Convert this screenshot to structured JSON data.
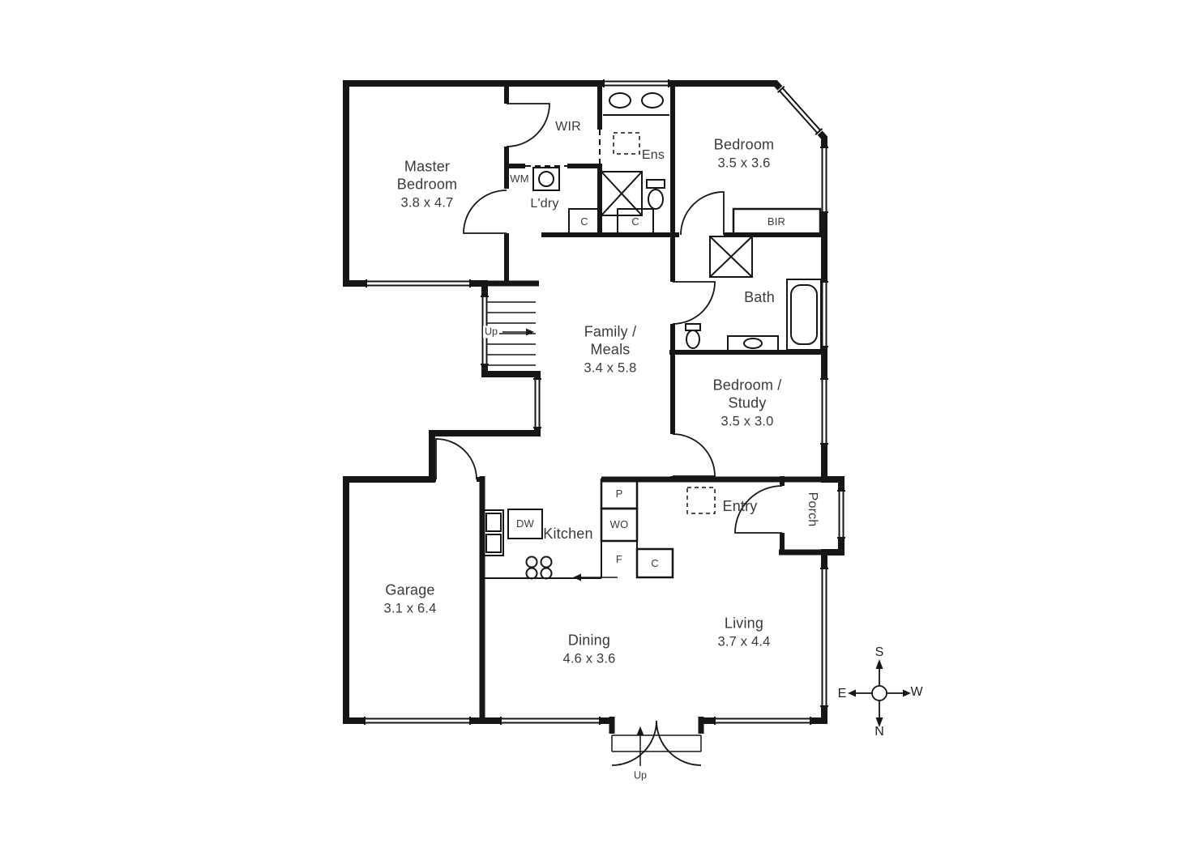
{
  "plan_labels": {
    "master": {
      "name": "Master\nBedroom",
      "dims": "3.8 x 4.7"
    },
    "bedroom1": {
      "name": "Bedroom",
      "dims": "3.5 x 3.6"
    },
    "family": {
      "name": "Family /\nMeals",
      "dims": "3.4 x 5.8"
    },
    "study": {
      "name": "Bedroom /\nStudy",
      "dims": "3.5 x 3.0"
    },
    "garage": {
      "name": "Garage",
      "dims": "3.1 x 6.4"
    },
    "dining": {
      "name": "Dining",
      "dims": "4.6 x 3.6"
    },
    "living": {
      "name": "Living",
      "dims": "3.7 x 4.4"
    },
    "kitchen": {
      "name": "Kitchen"
    },
    "bath": {
      "name": "Bath"
    },
    "ens": {
      "name": "Ens"
    },
    "wir": {
      "name": "WIR"
    },
    "laundry": {
      "name": "L'dry"
    },
    "entry": {
      "name": "Entry"
    },
    "porch": {
      "name": "Porch"
    }
  },
  "fixture_labels": {
    "wm": "WM",
    "dw": "DW",
    "bir": "BIR",
    "pantry": "P",
    "wall_oven": "WO",
    "fridge": "F",
    "cupboard_hall": "C",
    "cupboard_ens": "C",
    "cupboard_kitchen": "C"
  },
  "stairs": {
    "up_internal": "Up",
    "up_porch": "Up"
  },
  "compass": {
    "north": "N",
    "south": "S",
    "east": "E",
    "west": "W"
  },
  "colors": {
    "wall": "#161616",
    "text": "#3a3a3a",
    "background": "#ffffff"
  }
}
